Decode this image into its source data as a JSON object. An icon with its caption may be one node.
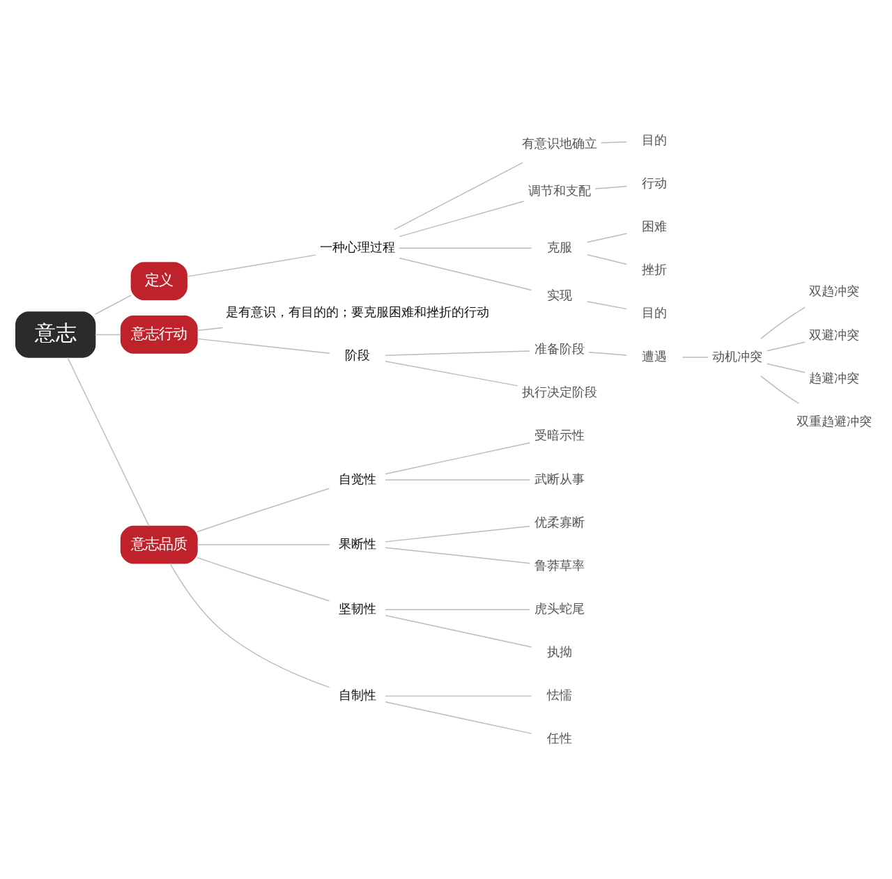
{
  "diagram": {
    "nodes": [
      {
        "text": [
          "意志"
        ]
      },
      {
        "text": [
          "定义"
        ]
      },
      {
        "text": [
          "一种心理过程"
        ]
      },
      {
        "text": [
          "有意识地确立"
        ]
      },
      {
        "text": [
          "目的"
        ]
      },
      {
        "text": [
          "调节和支配"
        ]
      },
      {
        "text": [
          "行动"
        ]
      },
      {
        "text": [
          "克服"
        ]
      },
      {
        "text": [
          "困难"
        ]
      },
      {
        "text": [
          "挫折"
        ]
      },
      {
        "text": [
          "实现"
        ]
      },
      {
        "text": [
          "目的"
        ]
      },
      {
        "text": [
          "意志行动"
        ]
      },
      {
        "text": [
          "是有意识，有目的的；要克服困难和挫折的行动"
        ]
      },
      {
        "text": [
          "阶段"
        ]
      },
      {
        "text": [
          "准备阶段"
        ]
      },
      {
        "text": [
          "遭遇"
        ]
      },
      {
        "text": [
          "动机冲突"
        ]
      },
      {
        "text": [
          "双趋冲突"
        ]
      },
      {
        "text": [
          "双避冲突"
        ]
      },
      {
        "text": [
          "趋避冲突"
        ]
      },
      {
        "text": [
          "双重趋避冲突"
        ]
      },
      {
        "text": [
          "执行决定阶段"
        ]
      },
      {
        "text": [
          "意志品质"
        ]
      },
      {
        "text": [
          "自觉性"
        ]
      },
      {
        "text": [
          "受暗示性"
        ]
      },
      {
        "text": [
          "武断从事"
        ]
      },
      {
        "text": [
          "果断性"
        ]
      },
      {
        "text": [
          "优柔寡断"
        ]
      },
      {
        "text": [
          "鲁莽草率"
        ]
      },
      {
        "text": [
          "坚韧性"
        ]
      },
      {
        "text": [
          "虎头蛇尾"
        ]
      },
      {
        "text": [
          "执拗"
        ]
      },
      {
        "text": [
          "自制性"
        ]
      },
      {
        "text": [
          "怯懦"
        ]
      },
      {
        "text": [
          "任性"
        ]
      }
    ],
    "edges": [
      {
        "from": 0,
        "to": 1,
        "arrow": "none"
      },
      {
        "from": 1,
        "to": 2,
        "arrow": "none"
      },
      {
        "from": 2,
        "to": 3,
        "arrow": "none"
      },
      {
        "from": 3,
        "to": 4,
        "arrow": "none"
      },
      {
        "from": 2,
        "to": 5,
        "arrow": "none"
      },
      {
        "from": 5,
        "to": 6,
        "arrow": "none"
      },
      {
        "from": 2,
        "to": 7,
        "arrow": "none"
      },
      {
        "from": 7,
        "to": 8,
        "arrow": "none"
      },
      {
        "from": 7,
        "to": 9,
        "arrow": "none"
      },
      {
        "from": 2,
        "to": 10,
        "arrow": "none"
      },
      {
        "from": 10,
        "to": 11,
        "arrow": "none"
      },
      {
        "from": 0,
        "to": 12,
        "arrow": "none"
      },
      {
        "from": 12,
        "to": 13,
        "arrow": "none"
      },
      {
        "from": 12,
        "to": 14,
        "arrow": "none"
      },
      {
        "from": 14,
        "to": 15,
        "arrow": "none"
      },
      {
        "from": 15,
        "to": 16,
        "arrow": "none"
      },
      {
        "from": 16,
        "to": 17,
        "arrow": "none"
      },
      {
        "from": 17,
        "to": 18,
        "arrow": "none"
      },
      {
        "from": 17,
        "to": 19,
        "arrow": "none"
      },
      {
        "from": 17,
        "to": 20,
        "arrow": "none"
      },
      {
        "from": 17,
        "to": 21,
        "arrow": "none"
      },
      {
        "from": 14,
        "to": 22,
        "arrow": "none"
      },
      {
        "from": 0,
        "to": 23,
        "arrow": "none"
      },
      {
        "from": 23,
        "to": 24,
        "arrow": "none"
      },
      {
        "from": 24,
        "to": 25,
        "arrow": "none"
      },
      {
        "from": 24,
        "to": 26,
        "arrow": "none"
      },
      {
        "from": 23,
        "to": 27,
        "arrow": "none"
      },
      {
        "from": 27,
        "to": 28,
        "arrow": "none"
      },
      {
        "from": 27,
        "to": 29,
        "arrow": "none"
      },
      {
        "from": 23,
        "to": 30,
        "arrow": "none"
      },
      {
        "from": 30,
        "to": 31,
        "arrow": "none"
      },
      {
        "from": 30,
        "to": 32,
        "arrow": "none"
      },
      {
        "from": 23,
        "to": 33,
        "arrow": "none"
      },
      {
        "from": 33,
        "to": 34,
        "arrow": "none"
      },
      {
        "from": 33,
        "to": 35,
        "arrow": "none"
      }
    ]
  }
}
